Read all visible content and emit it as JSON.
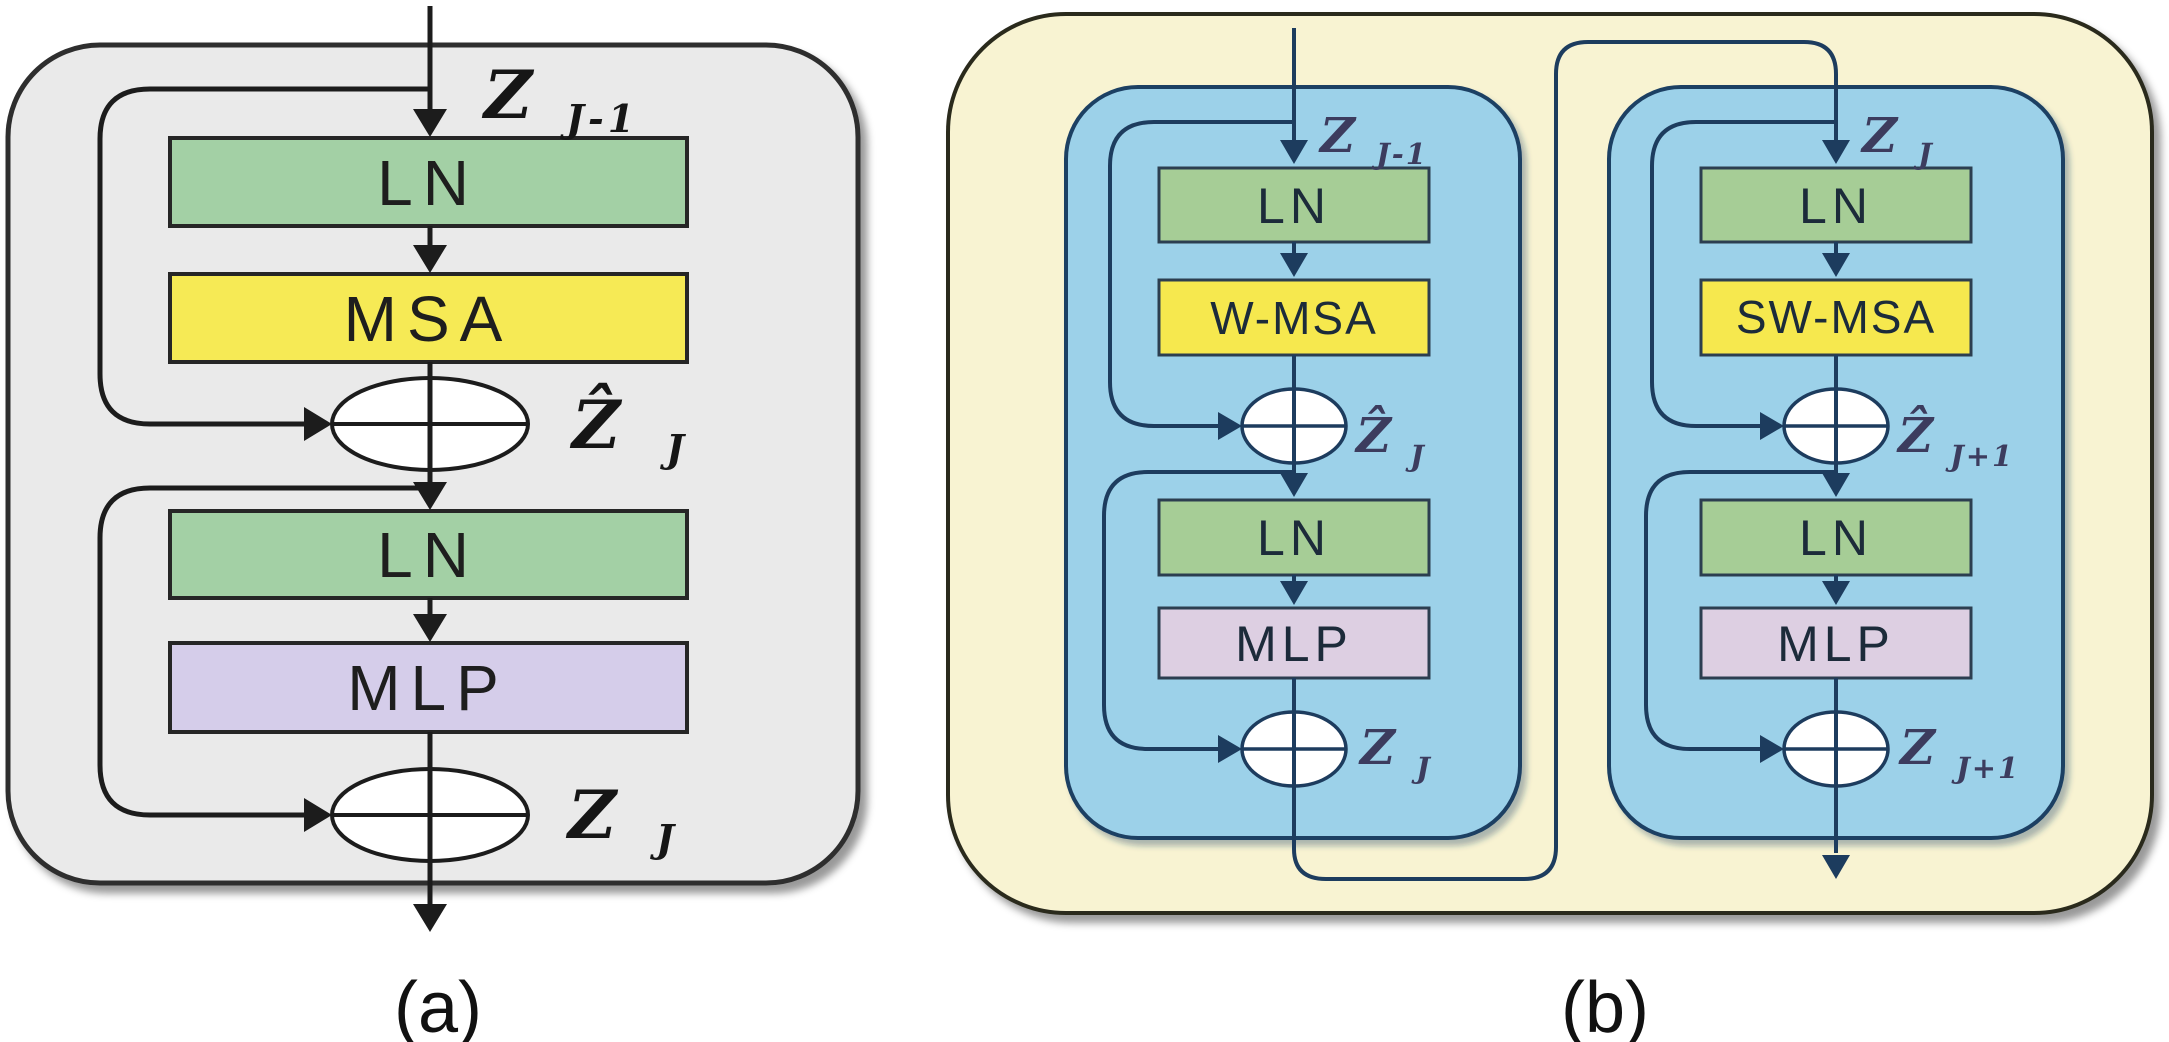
{
  "figure": {
    "caption_a": "(a)",
    "caption_b": "(b)",
    "panel_a": {
      "input_base": "Z",
      "input_sub": "J-1",
      "box1": "LN",
      "box2": "MSA",
      "box3": "LN",
      "box4": "MLP",
      "sum1_base": "Ẑ",
      "sum1_sub": "J",
      "sum2_base": "Z",
      "sum2_sub": "J"
    },
    "panel_b": {
      "left": {
        "input_base": "Z",
        "input_sub": "J-1",
        "box1": "LN",
        "box2": "W-MSA",
        "box3": "LN",
        "box4": "MLP",
        "sum1_base": "Ẑ",
        "sum1_sub": "J",
        "sum2_base": "Z",
        "sum2_sub": "J"
      },
      "right": {
        "input_base": "Z",
        "input_sub": "J",
        "box1": "LN",
        "box2": "SW-MSA",
        "box3": "LN",
        "box4": "MLP",
        "sum1_base": "Ẑ",
        "sum1_sub": "J+1",
        "sum2_base": "Z",
        "sum2_sub": "J+1"
      }
    },
    "colors": {
      "panel_a_bg": "#eaeaea",
      "cream_bg": "#f8f3d2",
      "blue_bg": "#9cd1e9",
      "green_a": "#a3d0a5",
      "green_b": "#a6cd96",
      "yellow_a": "#f6ea55",
      "yellow_b": "#f6e84e",
      "lavender_a": "#d5cdea",
      "lavender_b": "#ddcfe2",
      "sum_fill": "#ffffff"
    }
  }
}
